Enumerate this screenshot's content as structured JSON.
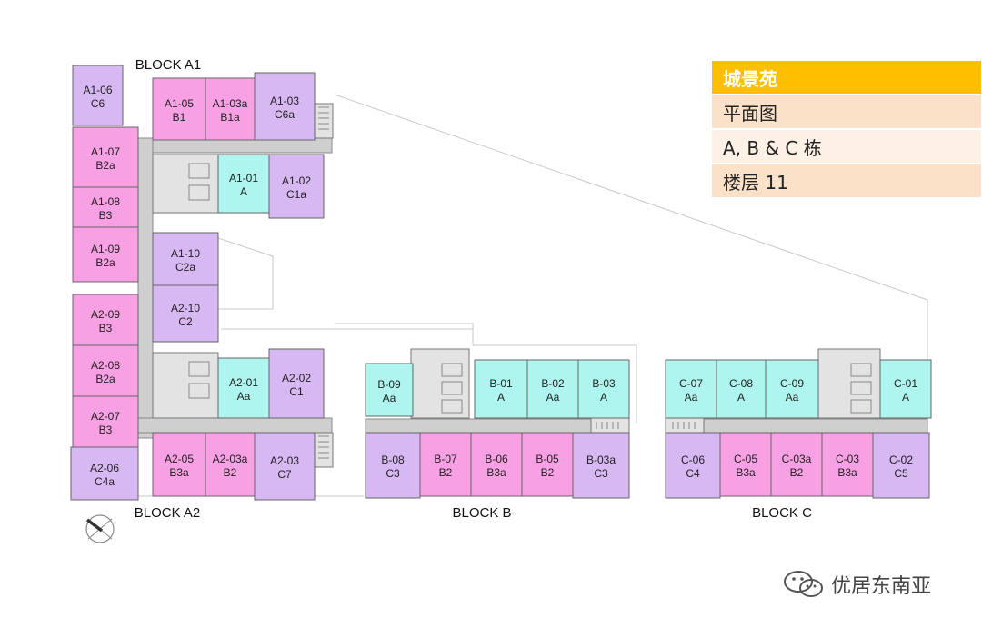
{
  "legend": {
    "title": "城景苑",
    "line1": "平面图",
    "line2": "A, B & C 栋",
    "line3": "楼层 11"
  },
  "blocks": {
    "a1": "BLOCK A1",
    "a2": "BLOCK A2",
    "b": "BLOCK B",
    "c": "BLOCK C"
  },
  "units": {
    "a1_06": [
      "A1-06",
      "C6"
    ],
    "a1_07": [
      "A1-07",
      "B2a"
    ],
    "a1_08": [
      "A1-08",
      "B3"
    ],
    "a1_09": [
      "A1-09",
      "B2a"
    ],
    "a1_05": [
      "A1-05",
      "B1"
    ],
    "a1_03a": [
      "A1-03a",
      "B1a"
    ],
    "a1_03": [
      "A1-03",
      "C6a"
    ],
    "a1_01": [
      "A1-01",
      "A"
    ],
    "a1_02": [
      "A1-02",
      "C1a"
    ],
    "a1_10": [
      "A1-10",
      "C2a"
    ],
    "a2_10": [
      "A2-10",
      "C2"
    ],
    "a2_09": [
      "A2-09",
      "B3"
    ],
    "a2_08": [
      "A2-08",
      "B2a"
    ],
    "a2_07": [
      "A2-07",
      "B3"
    ],
    "a2_06": [
      "A2-06",
      "C4a"
    ],
    "a2_01": [
      "A2-01",
      "Aa"
    ],
    "a2_02": [
      "A2-02",
      "C1"
    ],
    "a2_05": [
      "A2-05",
      "B3a"
    ],
    "a2_03a": [
      "A2-03a",
      "B2"
    ],
    "a2_03": [
      "A2-03",
      "C7"
    ],
    "b_09": [
      "B-09",
      "Aa"
    ],
    "b_01": [
      "B-01",
      "A"
    ],
    "b_02": [
      "B-02",
      "Aa"
    ],
    "b_03": [
      "B-03",
      "A"
    ],
    "b_08": [
      "B-08",
      "C3"
    ],
    "b_07": [
      "B-07",
      "B2"
    ],
    "b_06": [
      "B-06",
      "B3a"
    ],
    "b_05": [
      "B-05",
      "B2"
    ],
    "b_03a": [
      "B-03a",
      "C3"
    ],
    "c_07": [
      "C-07",
      "Aa"
    ],
    "c_08": [
      "C-08",
      "A"
    ],
    "c_09": [
      "C-09",
      "Aa"
    ],
    "c_01": [
      "C-01",
      "A"
    ],
    "c_06": [
      "C-06",
      "C4"
    ],
    "c_05": [
      "C-05",
      "B3a"
    ],
    "c_03a": [
      "C-03a",
      "B2"
    ],
    "c_03": [
      "C-03",
      "B3a"
    ],
    "c_02": [
      "C-02",
      "C5"
    ]
  },
  "colors": {
    "type_a": "#aef5ef",
    "type_b": "#f7a0e4",
    "type_c": "#d8b8f2",
    "corridor": "#cfcfcf",
    "core": "#e3e3e3"
  },
  "brand": {
    "name": "优居东南亚",
    "icon": "wechat-icon"
  },
  "compass": {
    "icon": "north-arrow-icon"
  }
}
